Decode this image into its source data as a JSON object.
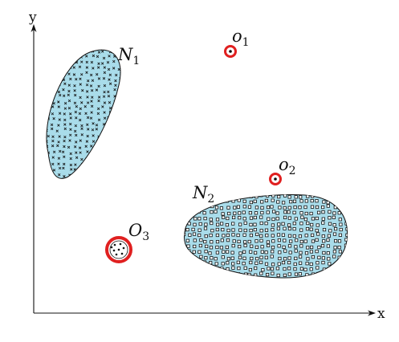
{
  "axes": {
    "x_label": "x",
    "y_label": "y"
  },
  "clusters": [
    {
      "id": "N1",
      "base": "N",
      "sub": "1",
      "marker": "x-mark",
      "fill": "#a9dcea"
    },
    {
      "id": "N2",
      "base": "N",
      "sub": "2",
      "marker": "square-mark",
      "fill": "#a9dcea"
    }
  ],
  "outliers": [
    {
      "id": "o1",
      "base": "o",
      "sub": "1"
    },
    {
      "id": "o2",
      "base": "o",
      "sub": "2"
    },
    {
      "id": "O3",
      "base": "O",
      "sub": "3"
    }
  ],
  "colors": {
    "cluster_fill": "#a9dcea",
    "outlier_ring": "#e02020",
    "ink": "#111111"
  }
}
